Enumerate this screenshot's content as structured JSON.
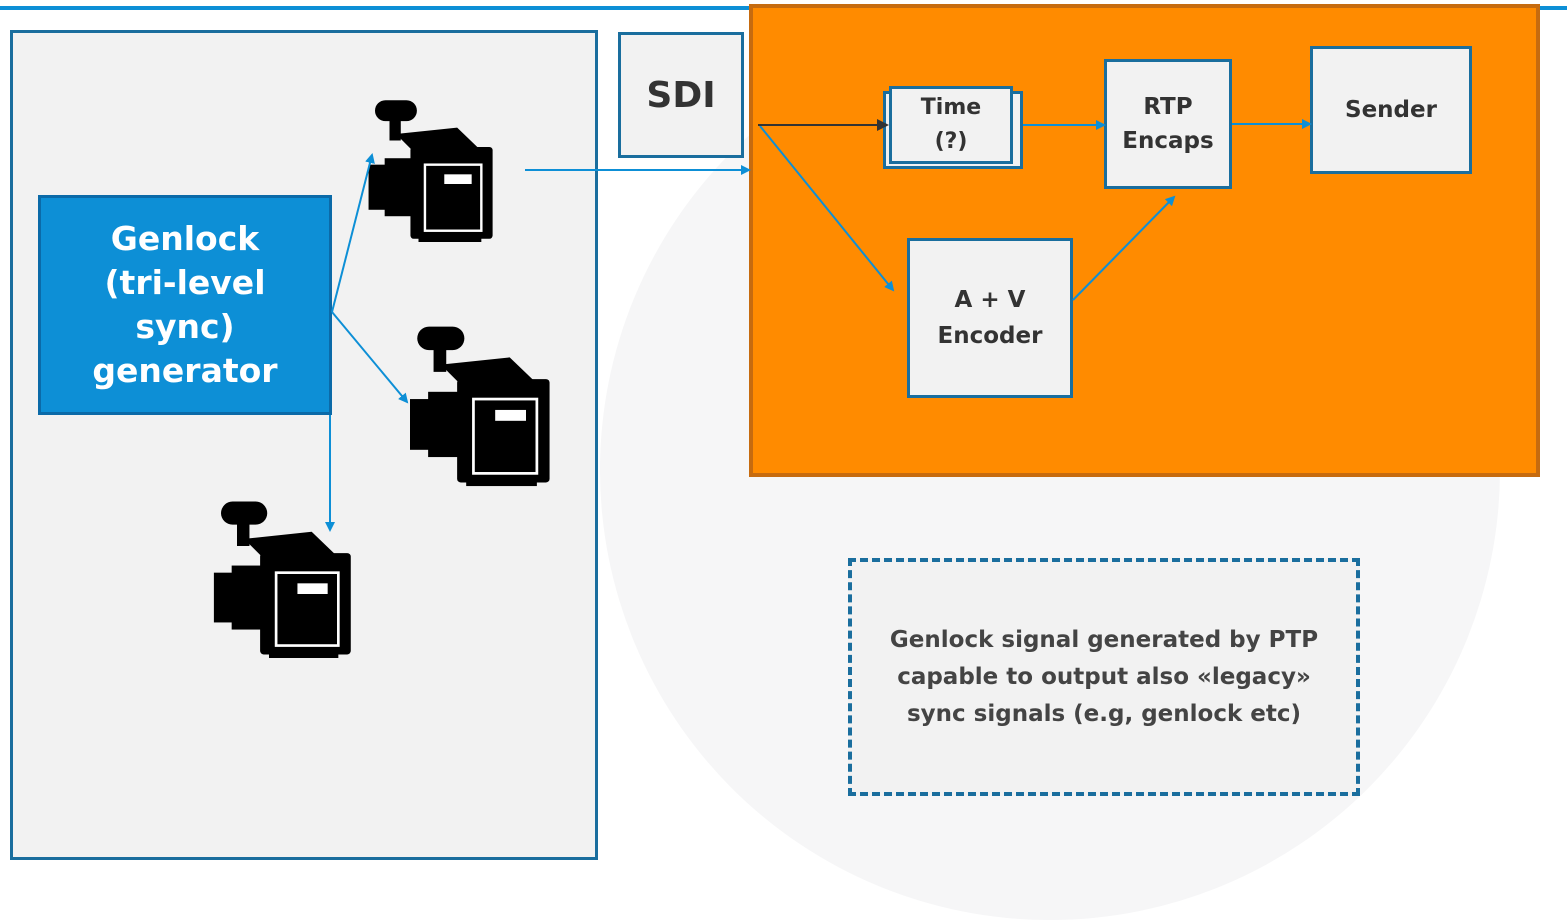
{
  "diagram": {
    "camera_zone": {},
    "genlock_generator": {
      "label": "Genlock\n(tri-level\nsync)\ngenerator"
    },
    "sdi_box": {
      "label": "SDI"
    },
    "encoding_zone": {
      "time_box": {
        "label": "Time\n(?)"
      },
      "rtp_box": {
        "label": "RTP\nEncaps"
      },
      "sender_box": {
        "label": "Sender"
      },
      "encoder_box": {
        "label": "A + V\nEncoder"
      }
    },
    "note": {
      "text": "Genlock signal generated by PTP capable to output also «legacy» sync signals (e.g, genlock etc)"
    },
    "cameras": [
      "video-camera-icon",
      "video-camera-icon",
      "video-camera-icon"
    ]
  },
  "colors": {
    "accent_blue": "#0d8fd6",
    "border_blue": "#1a6e9e",
    "orange": "#ff8b00",
    "panel_gray": "#f2f2f2"
  }
}
